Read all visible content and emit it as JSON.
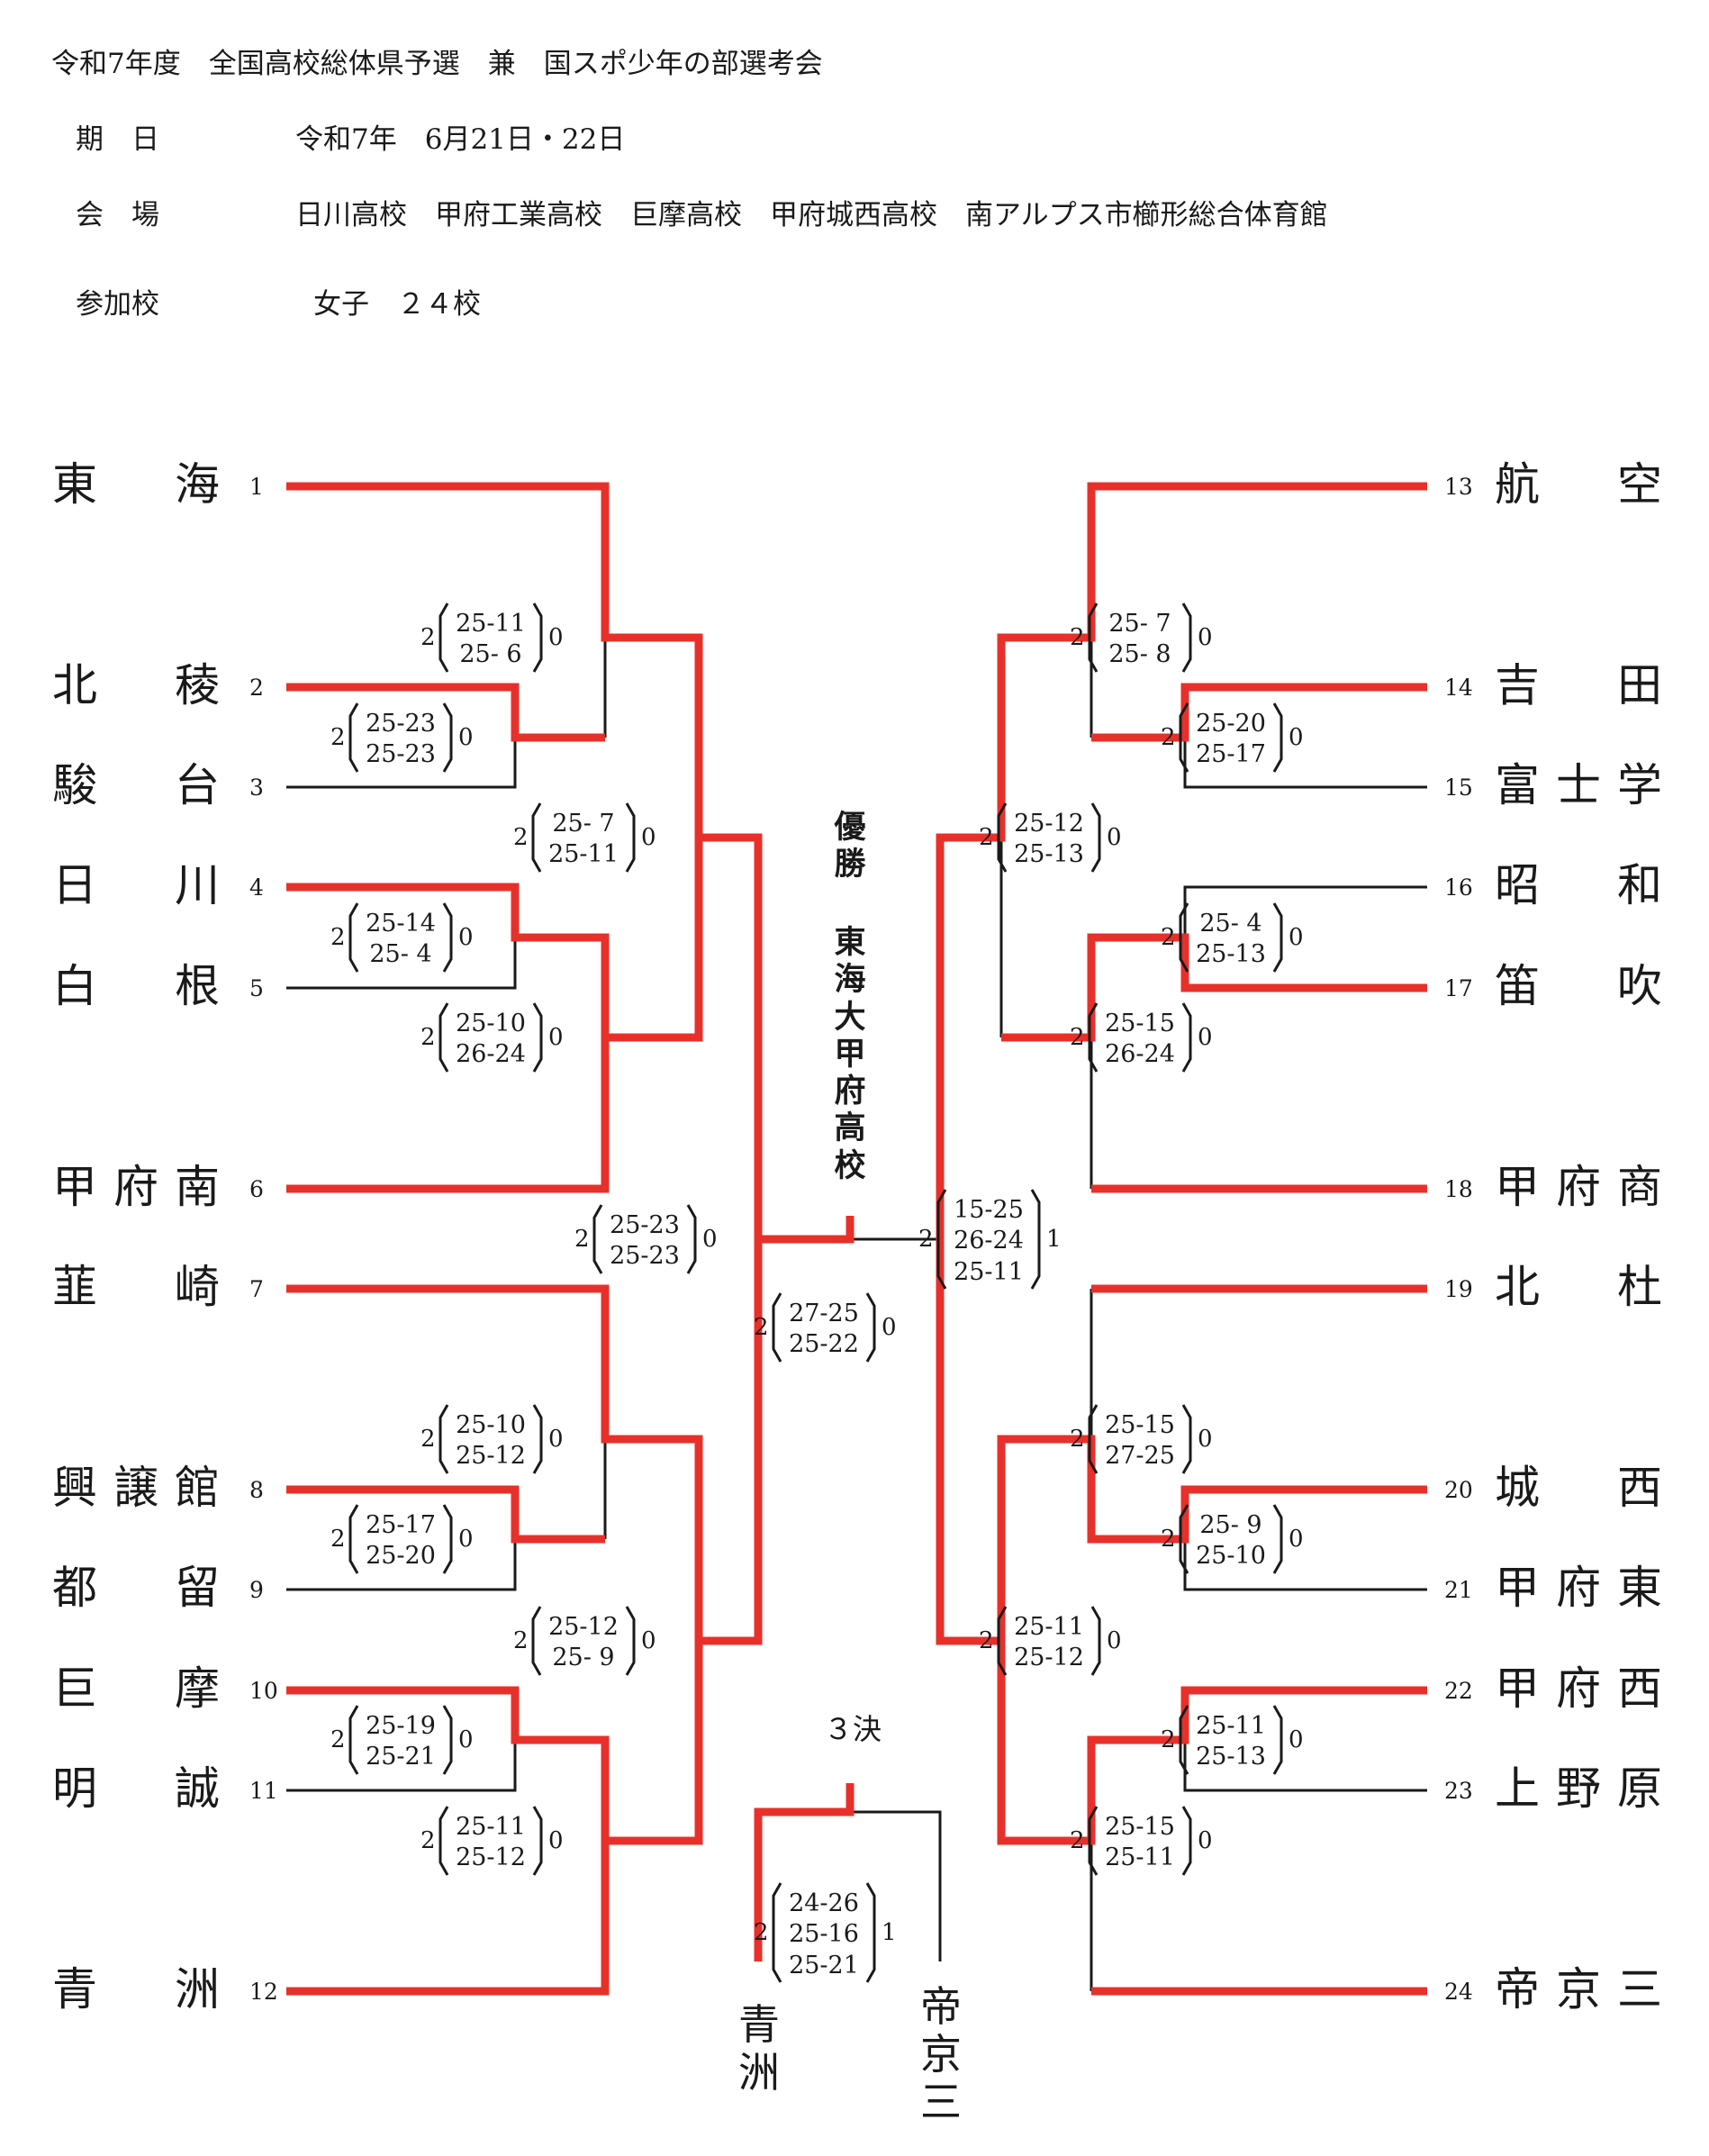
{
  "header": {
    "title": "令和7年度　全国高校総体県予選　兼　国スポ少年の部選考会",
    "date_label": "期　日",
    "date_value": "令和7年　6月21日・22日",
    "venue_label": "会　場",
    "venue_value": "日川高校　甲府工業高校　巨摩高校　甲府城西高校　南アルプス市櫛形総合体育館",
    "participants_label": "参加校",
    "participants_value": "女子　２４校"
  },
  "colors": {
    "winner_line": "#e8302b",
    "loser_line": "#1a1a1a",
    "text": "#1a1a1a"
  },
  "teams": [
    {
      "seed": "1",
      "c1": "東",
      "c2": "",
      "c3": "海"
    },
    {
      "seed": "2",
      "c1": "北",
      "c2": "",
      "c3": "稜"
    },
    {
      "seed": "3",
      "c1": "駿",
      "c2": "",
      "c3": "台"
    },
    {
      "seed": "4",
      "c1": "日",
      "c2": "",
      "c3": "川"
    },
    {
      "seed": "5",
      "c1": "白",
      "c2": "",
      "c3": "根"
    },
    {
      "seed": "6",
      "c1": "甲",
      "c2": "府",
      "c3": "南"
    },
    {
      "seed": "7",
      "c1": "韮",
      "c2": "",
      "c3": "崎"
    },
    {
      "seed": "8",
      "c1": "興",
      "c2": "譲",
      "c3": "館"
    },
    {
      "seed": "9",
      "c1": "都",
      "c2": "",
      "c3": "留"
    },
    {
      "seed": "10",
      "c1": "巨",
      "c2": "",
      "c3": "摩"
    },
    {
      "seed": "11",
      "c1": "明",
      "c2": "",
      "c3": "誠"
    },
    {
      "seed": "12",
      "c1": "青",
      "c2": "",
      "c3": "洲"
    },
    {
      "seed": "13",
      "c1": "航",
      "c2": "",
      "c3": "空"
    },
    {
      "seed": "14",
      "c1": "吉",
      "c2": "",
      "c3": "田"
    },
    {
      "seed": "15",
      "c1": "富",
      "c2": "士",
      "c3": "学"
    },
    {
      "seed": "16",
      "c1": "昭",
      "c2": "",
      "c3": "和"
    },
    {
      "seed": "17",
      "c1": "笛",
      "c2": "",
      "c3": "吹"
    },
    {
      "seed": "18",
      "c1": "甲",
      "c2": "府",
      "c3": "商"
    },
    {
      "seed": "19",
      "c1": "北",
      "c2": "",
      "c3": "杜"
    },
    {
      "seed": "20",
      "c1": "城",
      "c2": "",
      "c3": "西"
    },
    {
      "seed": "21",
      "c1": "甲",
      "c2": "府",
      "c3": "東"
    },
    {
      "seed": "22",
      "c1": "甲",
      "c2": "府",
      "c3": "西"
    },
    {
      "seed": "23",
      "c1": "上",
      "c2": "野",
      "c3": "原"
    },
    {
      "seed": "24",
      "c1": "帝",
      "c2": "京",
      "c3": "三"
    }
  ],
  "matches": [
    {
      "id": "m2v3",
      "winner_sets": "2",
      "sets": "25-23\n25-23",
      "loser_sets": "0"
    },
    {
      "id": "m4v5",
      "winner_sets": "2",
      "sets": "25-14\n25- 4",
      "loser_sets": "0"
    },
    {
      "id": "m8v9",
      "winner_sets": "2",
      "sets": "25-17\n25-20",
      "loser_sets": "0"
    },
    {
      "id": "m10v11",
      "winner_sets": "2",
      "sets": "25-19\n25-21",
      "loser_sets": "0"
    },
    {
      "id": "m1",
      "winner_sets": "2",
      "sets": "25-11\n25- 6",
      "loser_sets": "0"
    },
    {
      "id": "m6",
      "winner_sets": "2",
      "sets": "25-10\n26-24",
      "loser_sets": "0"
    },
    {
      "id": "m7",
      "winner_sets": "2",
      "sets": "25-10\n25-12",
      "loser_sets": "0"
    },
    {
      "id": "m12",
      "winner_sets": "2",
      "sets": "25-11\n25-12",
      "loser_sets": "0"
    },
    {
      "id": "lqf1",
      "winner_sets": "2",
      "sets": "25- 7\n25-11",
      "loser_sets": "0"
    },
    {
      "id": "lqf2",
      "winner_sets": "2",
      "sets": "25-12\n25- 9",
      "loser_sets": "0"
    },
    {
      "id": "lsf",
      "winner_sets": "2",
      "sets": "25-23\n25-23",
      "loser_sets": "0"
    },
    {
      "id": "m14v15",
      "winner_sets": "2",
      "sets": "25-20\n25-17",
      "loser_sets": "0"
    },
    {
      "id": "m16v17",
      "winner_sets": "2",
      "sets": "25- 4\n25-13",
      "loser_sets": "0"
    },
    {
      "id": "m20v21",
      "winner_sets": "2",
      "sets": "25- 9\n25-10",
      "loser_sets": "0"
    },
    {
      "id": "m22v23",
      "winner_sets": "2",
      "sets": "25-11\n25-13",
      "loser_sets": "0"
    },
    {
      "id": "m13",
      "winner_sets": "2",
      "sets": "25- 7\n25- 8",
      "loser_sets": "0"
    },
    {
      "id": "m17v18",
      "winner_sets": "2",
      "sets": "25-15\n26-24",
      "loser_sets": "0"
    },
    {
      "id": "m19v20",
      "winner_sets": "2",
      "sets": "25-15\n27-25",
      "loser_sets": "0"
    },
    {
      "id": "m22v24",
      "winner_sets": "2",
      "sets": "25-15\n25-11",
      "loser_sets": "0"
    },
    {
      "id": "rqf1",
      "winner_sets": "2",
      "sets": "25-12\n25-13",
      "loser_sets": "0"
    },
    {
      "id": "rqf2",
      "winner_sets": "2",
      "sets": "25-11\n25-12",
      "loser_sets": "0"
    },
    {
      "id": "rsf",
      "winner_sets": "2",
      "sets": "15-25\n26-24\n25-11",
      "loser_sets": "1"
    },
    {
      "id": "final",
      "winner_sets": "2",
      "sets": "27-25\n25-22",
      "loser_sets": "0"
    },
    {
      "id": "third",
      "winner_sets": "2",
      "sets": "24-26\n25-16\n25-21",
      "loser_sets": "1"
    }
  ],
  "champion": {
    "label": "優勝",
    "name": "東海大甲府高校"
  },
  "third_place": {
    "label": "３決",
    "left": "青洲",
    "right": "帝京三"
  }
}
